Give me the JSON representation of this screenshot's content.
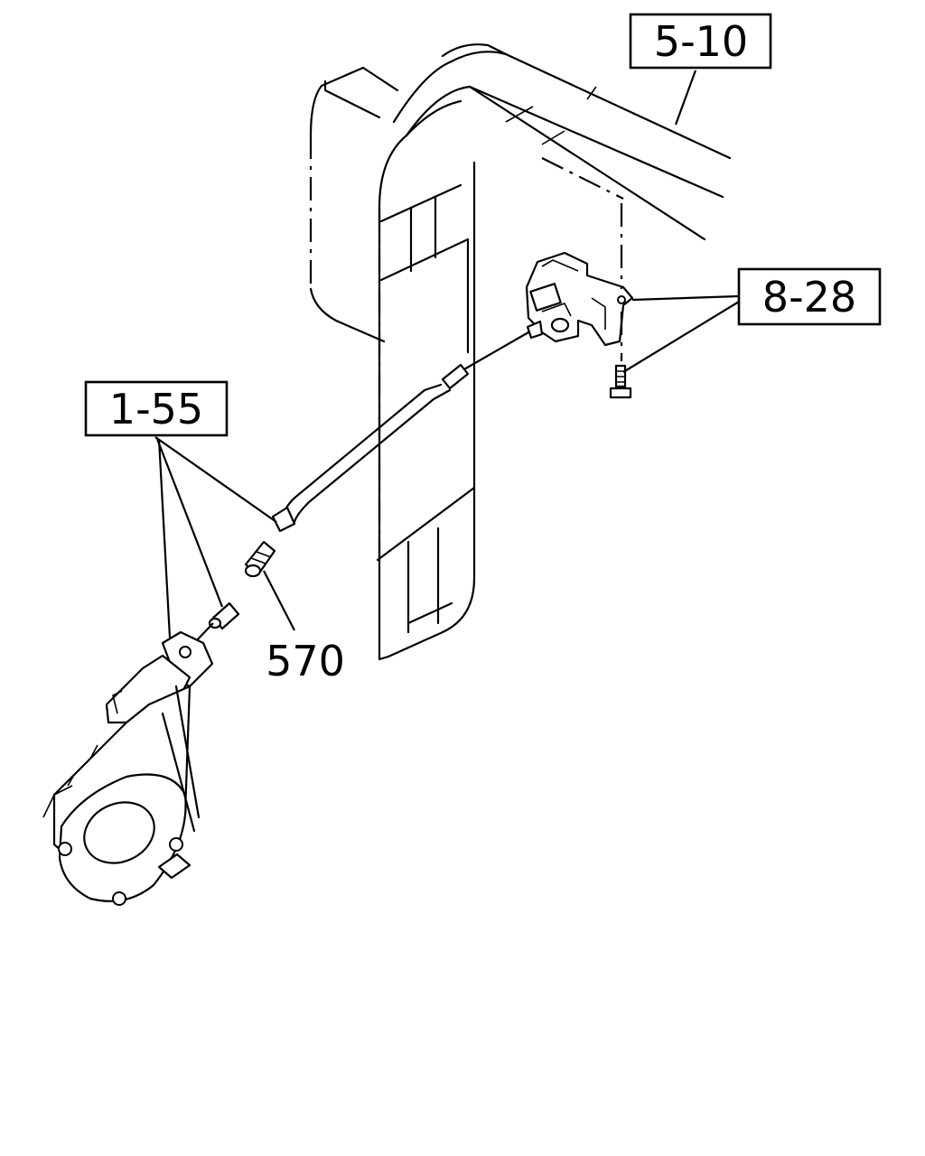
{
  "callouts": {
    "ref_5_10": "5-10",
    "ref_8_28": "8-28",
    "ref_1_55": "1-55",
    "part_570": "570"
  },
  "colors": {
    "line": "#000000",
    "background": "#ffffff"
  }
}
